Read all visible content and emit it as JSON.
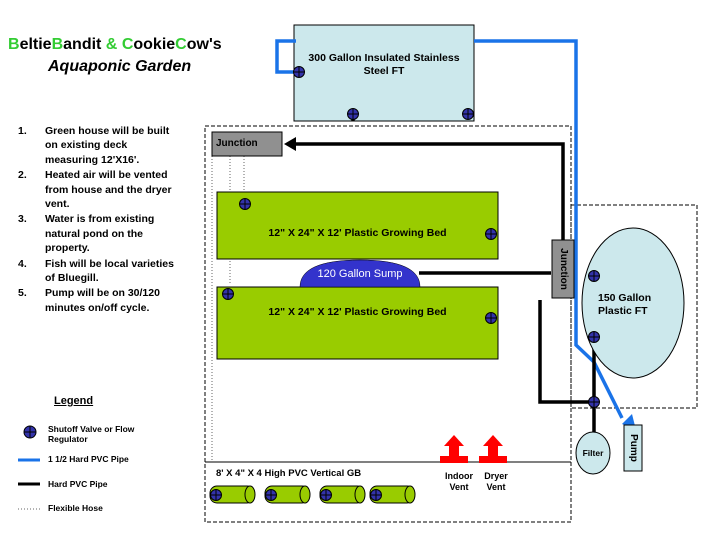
{
  "title": {
    "part1": "Beltie",
    "part2": "Bandit",
    "part3": " & ",
    "part4": "Cookie",
    "part5": "Cow's",
    "subtitle": "Aquaponic Garden"
  },
  "notes": [
    {
      "num": "1.",
      "text": "Green house will be built on existing deck measuring 12'X16'."
    },
    {
      "num": "2.",
      "text": "Heated air will be vented from house and the dryer vent."
    },
    {
      "num": "3.",
      "text": "Water is from existing natural pond on the property."
    },
    {
      "num": "4.",
      "text": "Fish will be local varieties of Bluegill."
    },
    {
      "num": "5.",
      "text": "Pump will be on 30/120 minutes on/off cycle."
    }
  ],
  "legend": {
    "title": "Legend",
    "valve": "Shutoff Valve or Flow Regulator",
    "blue_pipe": "1 1/2 Hard PVC Pipe",
    "black_pipe": "Hard PVC Pipe",
    "hose": "Flexible Hose"
  },
  "labels": {
    "tank300": "300 Gallon Insulated Stainless Steel FT",
    "junction_top": "Junction",
    "bed1": "12\" X 24\" X 12' Plastic Growing Bed",
    "bed2": "12\" X 24\" X 12' Plastic Growing Bed",
    "sump": "120 Gallon Sump",
    "junction_vertical": "Junction",
    "tank150": "150 Gallon Plastic FT",
    "filter": "Filter",
    "pump": "Pump",
    "vertical_gb": "8' X 4\" X 4 High PVC Vertical GB",
    "indoor_vent": "Indoor Vent",
    "dryer_vent": "Dryer Vent"
  },
  "colors": {
    "blue_pipe": "#1a73e8",
    "black_pipe": "#000000",
    "bed_green": "#99cc00",
    "tank_fill": "#cce8ec",
    "sump_blue": "#3333cc",
    "vent_red": "#ff0000",
    "valve_fill": "#3333aa",
    "junction_gray": "#909090",
    "title_green": "#33cc33"
  }
}
